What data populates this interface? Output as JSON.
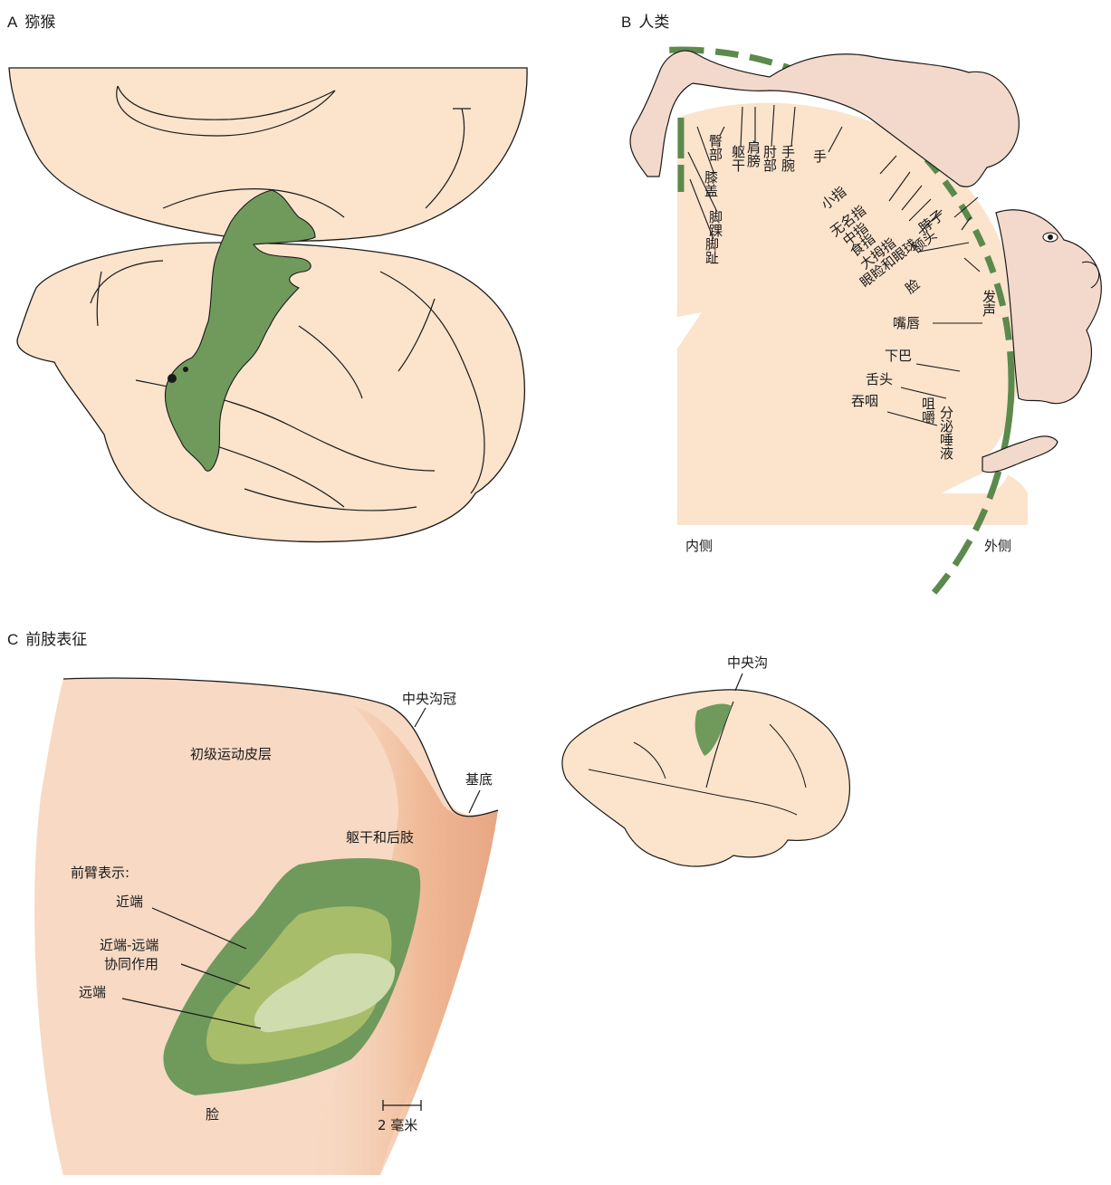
{
  "panels": {
    "a": {
      "letter": "A",
      "title": "猕猴"
    },
    "b": {
      "letter": "B",
      "title": "人类"
    },
    "c": {
      "letter": "C",
      "title": "前肢表征"
    }
  },
  "homunculus": {
    "labels": [
      "臀部",
      "躯干",
      "肩膀",
      "肘部",
      "手腕",
      "手",
      "膝盖",
      "脚踝",
      "脚趾",
      "小指",
      "无名指",
      "中指",
      "食指",
      "大拇指",
      "脖子",
      "额头",
      "眼睑和眼球",
      "脸",
      "嘴唇",
      "下巴",
      "舌头",
      "吞咽",
      "咀嚼",
      "分泌唾液",
      "发声"
    ],
    "axis": {
      "medial": "内侧",
      "lateral": "外侧"
    }
  },
  "forelimb": {
    "region_labels": {
      "primary_motor_cortex": "初级运动皮层",
      "central_sulcus_crown": "中央沟冠",
      "fundus": "基底",
      "trunk_hindlimb": "躯干和后肢",
      "face": "脸"
    },
    "legend": {
      "heading": "前臂表示:",
      "proximal": "近端",
      "proximal_distal_1": "近端-远端",
      "proximal_distal_2": "协同作用",
      "distal": "远端"
    },
    "scale_bar": "2 毫米",
    "central_sulcus": "中央沟"
  },
  "colors": {
    "cortex": "#fbe3cc",
    "motor_green_dark": "#6f9a5c",
    "motor_green_mid": "#a8bd6a",
    "motor_green_light": "#cfdcae",
    "band": "#5b8a4c"
  }
}
